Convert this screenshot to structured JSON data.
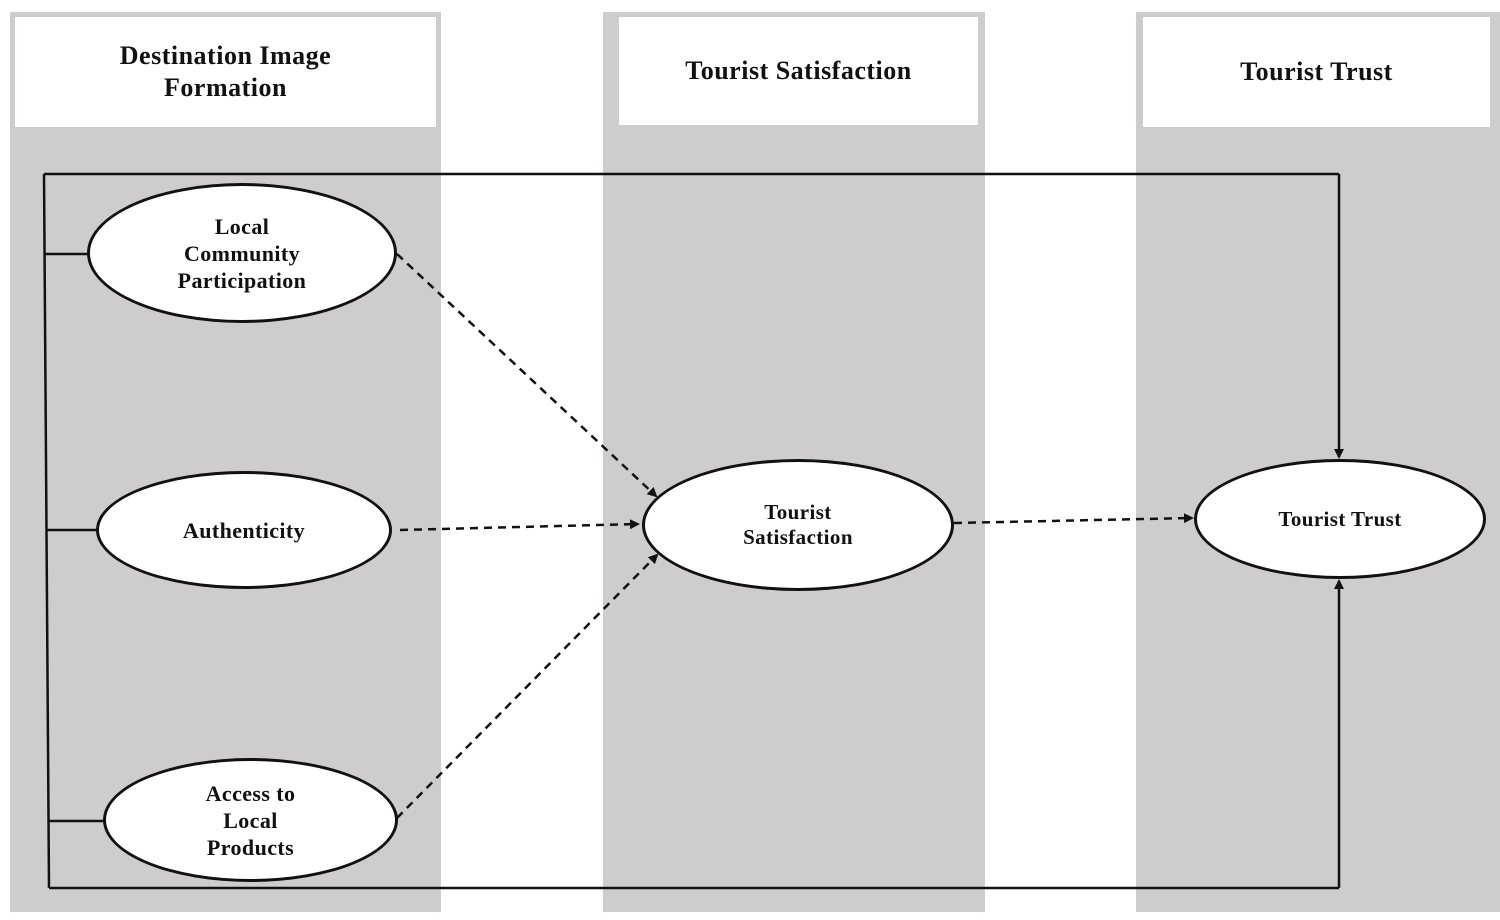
{
  "columns": {
    "image_header": "Destination Image\nFormation",
    "satisfaction_header": "Tourist Satisfaction",
    "trust_header": "Tourist Trust"
  },
  "nodes": {
    "local_community_participation": "Local\nCommunity\nParticipation",
    "authenticity": "Authenticity",
    "access_to_local_products": "Access to\nLocal\nProducts",
    "tourist_satisfaction": "Tourist\nSatisfaction",
    "tourist_trust": "Tourist Trust"
  },
  "edges": [
    {
      "from": "Local Community Participation",
      "to": "Tourist Satisfaction",
      "style": "dashed"
    },
    {
      "from": "Authenticity",
      "to": "Tourist Satisfaction",
      "style": "dashed"
    },
    {
      "from": "Access to Local Products",
      "to": "Tourist Satisfaction",
      "style": "dashed"
    },
    {
      "from": "Tourist Satisfaction",
      "to": "Tourist Trust",
      "style": "dashed"
    },
    {
      "from": "Destination Image Formation",
      "to": "Tourist Trust",
      "style": "solid"
    }
  ],
  "colors": {
    "column_fill": "#cfccce",
    "header_fill": "#ffffff",
    "stroke": "#111111"
  }
}
